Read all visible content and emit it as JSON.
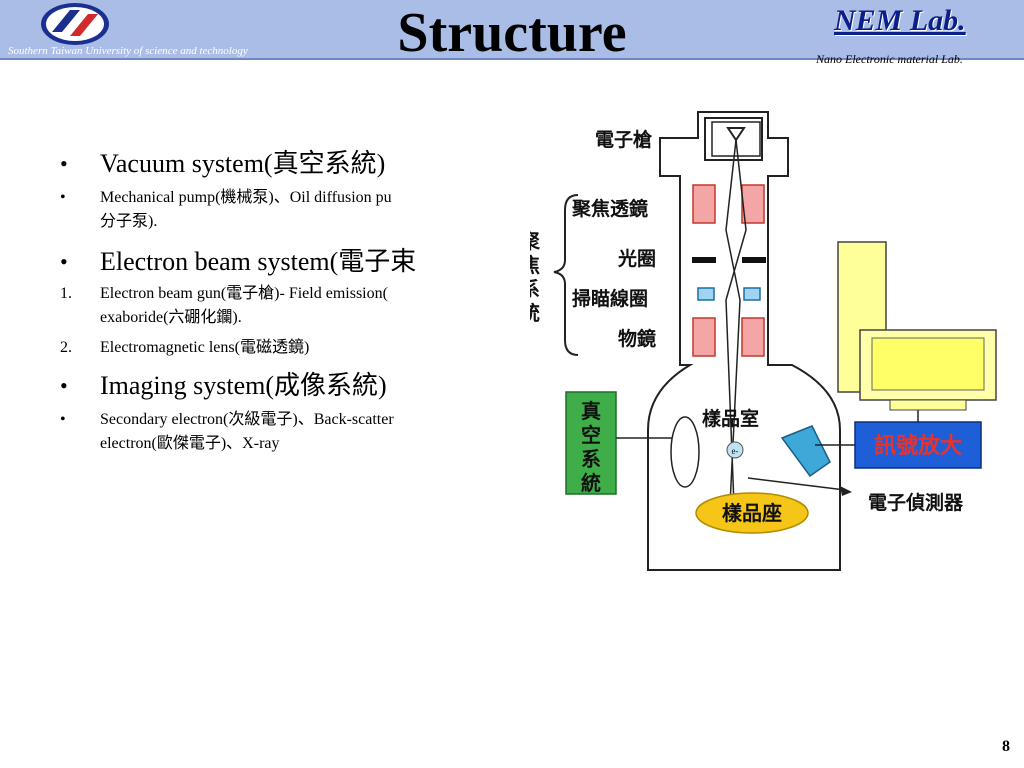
{
  "header": {
    "university": "Southern Taiwan University  of   science   and   technology",
    "title": "Structure",
    "lab_name": "NEM Lab.",
    "lab_full": "Nano Electronic  material   Lab."
  },
  "bullets": [
    {
      "level": 1,
      "marker": "•",
      "text": "Vacuum system(真空系統)"
    },
    {
      "level": 2,
      "marker": "•",
      "line1": "Mechanical pump(機械泵)、Oil diffusion pu",
      "line2": "分子泵)."
    },
    {
      "level": 1,
      "marker": "•",
      "text": "Electron beam system(電子束"
    },
    {
      "level": 2,
      "marker": "1.",
      "line1": "Electron beam gun(電子槍)- Field emission(",
      "line2": "exaboride(六硼化鑭)."
    },
    {
      "level": 2,
      "marker": "2.",
      "line1": "Electromagnetic lens(電磁透鏡)",
      "line2": ""
    },
    {
      "level": 1,
      "marker": "•",
      "text": "Imaging system(成像系統)"
    },
    {
      "level": 2,
      "marker": "•",
      "line1": "Secondary electron(次級電子)、Back-scatter",
      "line2": "electron(歐傑電子)、X-ray"
    }
  ],
  "diagram": {
    "electron_gun": "電子槍",
    "condenser_lens": "聚焦透鏡",
    "aperture": "光圈",
    "scan_coil": "掃瞄線圈",
    "objective_lens": "物鏡",
    "focusing_system": [
      "聚",
      "焦",
      "系",
      "統"
    ],
    "vacuum_system": [
      "真",
      "空",
      "系",
      "統"
    ],
    "sample_chamber": "樣品室",
    "sample_stage": "樣品座",
    "signal_amplifier": "訊號放大",
    "electron_detector": "電子偵測器",
    "electron_symbol": "e-",
    "colors": {
      "vacuum_box": "#3fae49",
      "amplifier_box": "#1e5fd8",
      "amplifier_text": "#e8322c",
      "sample_stage": "#f5c518",
      "lens_fill": "#f4a6a6",
      "scan_fill": "#9fd4f2",
      "detector": "#3ea9d9",
      "monitor": "#ffff66"
    }
  },
  "page_number": "8"
}
